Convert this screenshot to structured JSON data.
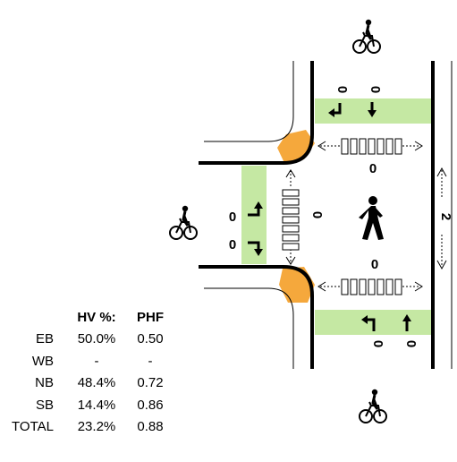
{
  "volumes": {
    "south_leg_left": "0",
    "south_leg_right": "0",
    "north_leg_left": "0",
    "north_leg_right": "0",
    "west_leg_upper": "0",
    "west_leg_lower": "0",
    "east_leg_mid": "2",
    "ped_north_crosswalk": "0",
    "ped_south_crosswalk": "0",
    "ped_west_crosswalk": "0"
  },
  "hv_table": {
    "headers": [
      "",
      "HV %:",
      "PHF"
    ],
    "rows": [
      {
        "approach": "EB",
        "hv": "50.0%",
        "phf": "0.50"
      },
      {
        "approach": "WB",
        "hv": "-",
        "phf": "-"
      },
      {
        "approach": "NB",
        "hv": "48.4%",
        "phf": "0.72"
      },
      {
        "approach": "SB",
        "hv": "14.4%",
        "phf": "0.86"
      },
      {
        "approach": "TOTAL",
        "hv": "23.2%",
        "phf": "0.88"
      }
    ]
  },
  "colors": {
    "lane_green": "#c5e8a3",
    "corner_orange": "#f5a83c",
    "line": "#000000"
  },
  "icons": [
    "bicycle-icon-north",
    "bicycle-icon-west",
    "bicycle-icon-south",
    "pedestrian-icon"
  ]
}
